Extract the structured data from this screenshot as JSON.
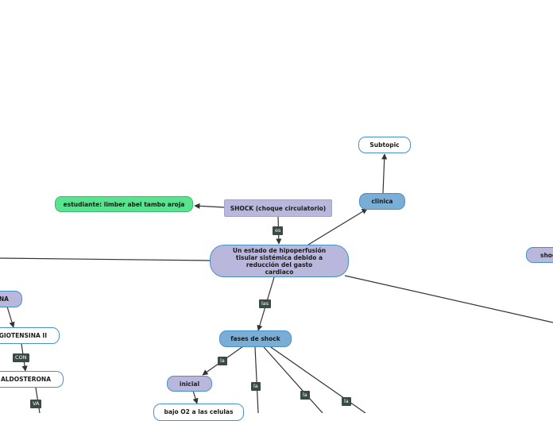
{
  "nodes": {
    "subtopic": "Subtopic",
    "clinica": "clinica",
    "student": "estudiante: limber abel tambo aroja",
    "shock_title": "SHOCK (choque circulatorio)",
    "definition": "Un estado de hipoperfusión tisular sistémica debido a reducción del gasto cardiaco",
    "fases": "fases de shock",
    "inicial": "inicial",
    "bajo_o2": "bajo O2 a las celulas",
    "renina": "NA",
    "angiotensina": "GIOTENSINA II",
    "aldosterona": "ALDOSTERONA",
    "shock_right": "shoc"
  },
  "tags": {
    "es": "es",
    "las": "las",
    "la1": "la",
    "la2": "la",
    "la3": "la",
    "la4": "la",
    "con": "CON",
    "va": "VA"
  },
  "colors": {
    "blue_fill": "#7aaed6",
    "purple_fill": "#b9b8dc",
    "green_fill": "#58e38f",
    "white_fill": "#ffffff",
    "border": "#4a90c8",
    "line": "#333333",
    "tag_bg": "#3a4a45"
  }
}
